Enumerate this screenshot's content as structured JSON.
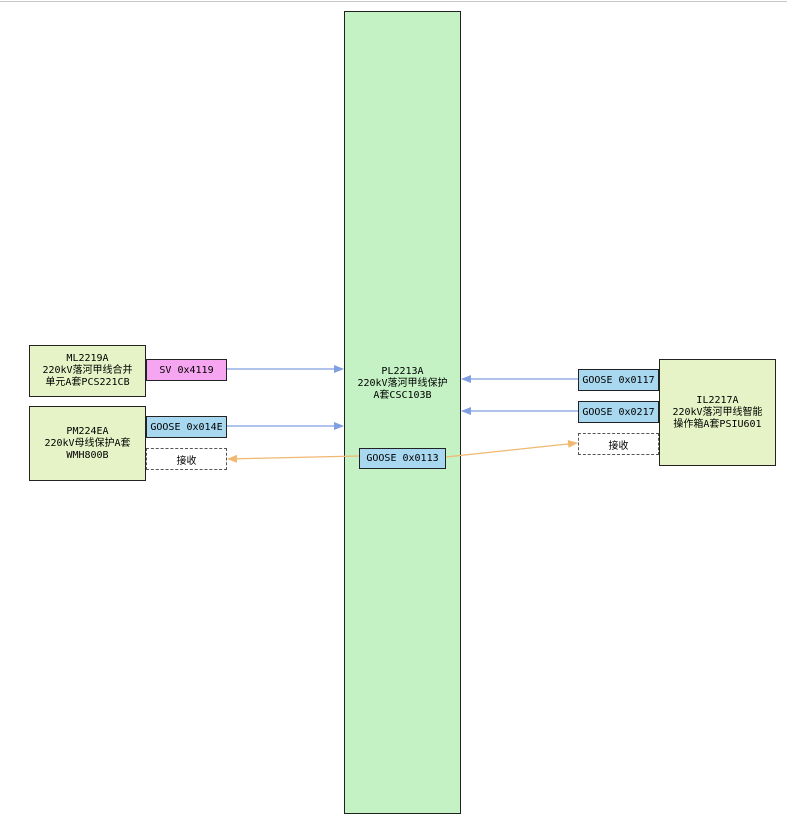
{
  "main_device": {
    "name": "PL2213A",
    "desc_line1": "220kV落河甲线保护",
    "desc_line2": "A套CSC103B"
  },
  "devices": {
    "merging_unit": {
      "name": "ML2219A",
      "desc_line1": "220kV落河甲线合并",
      "desc_line2": "单元A套PCS221CB"
    },
    "bus_protection": {
      "name": "PM224EA",
      "desc_line1": "220kV母线保护A套",
      "desc_line2": "WMH800B"
    },
    "smart_terminal": {
      "name": "IL2217A",
      "desc_line1": "220kV落河甲线智能",
      "desc_line2": "操作箱A套PSIU601"
    }
  },
  "ports": {
    "sv_4119": "SV 0x4119",
    "goose_014e": "GOOSE 0x014E",
    "recv_left": "接收",
    "goose_0113": "GOOSE 0x0113",
    "goose_0117": "GOOSE 0x0117",
    "goose_0217": "GOOSE 0x0217",
    "recv_right": "接收"
  },
  "colors": {
    "device_fill": "#e6f3c6",
    "main_fill": "#c4f2c4",
    "sv_fill": "#f6a6f0",
    "goose_fill": "#a8d8f0",
    "input_arrow": "#7f9fe0",
    "output_arrow": "#f0b870"
  }
}
